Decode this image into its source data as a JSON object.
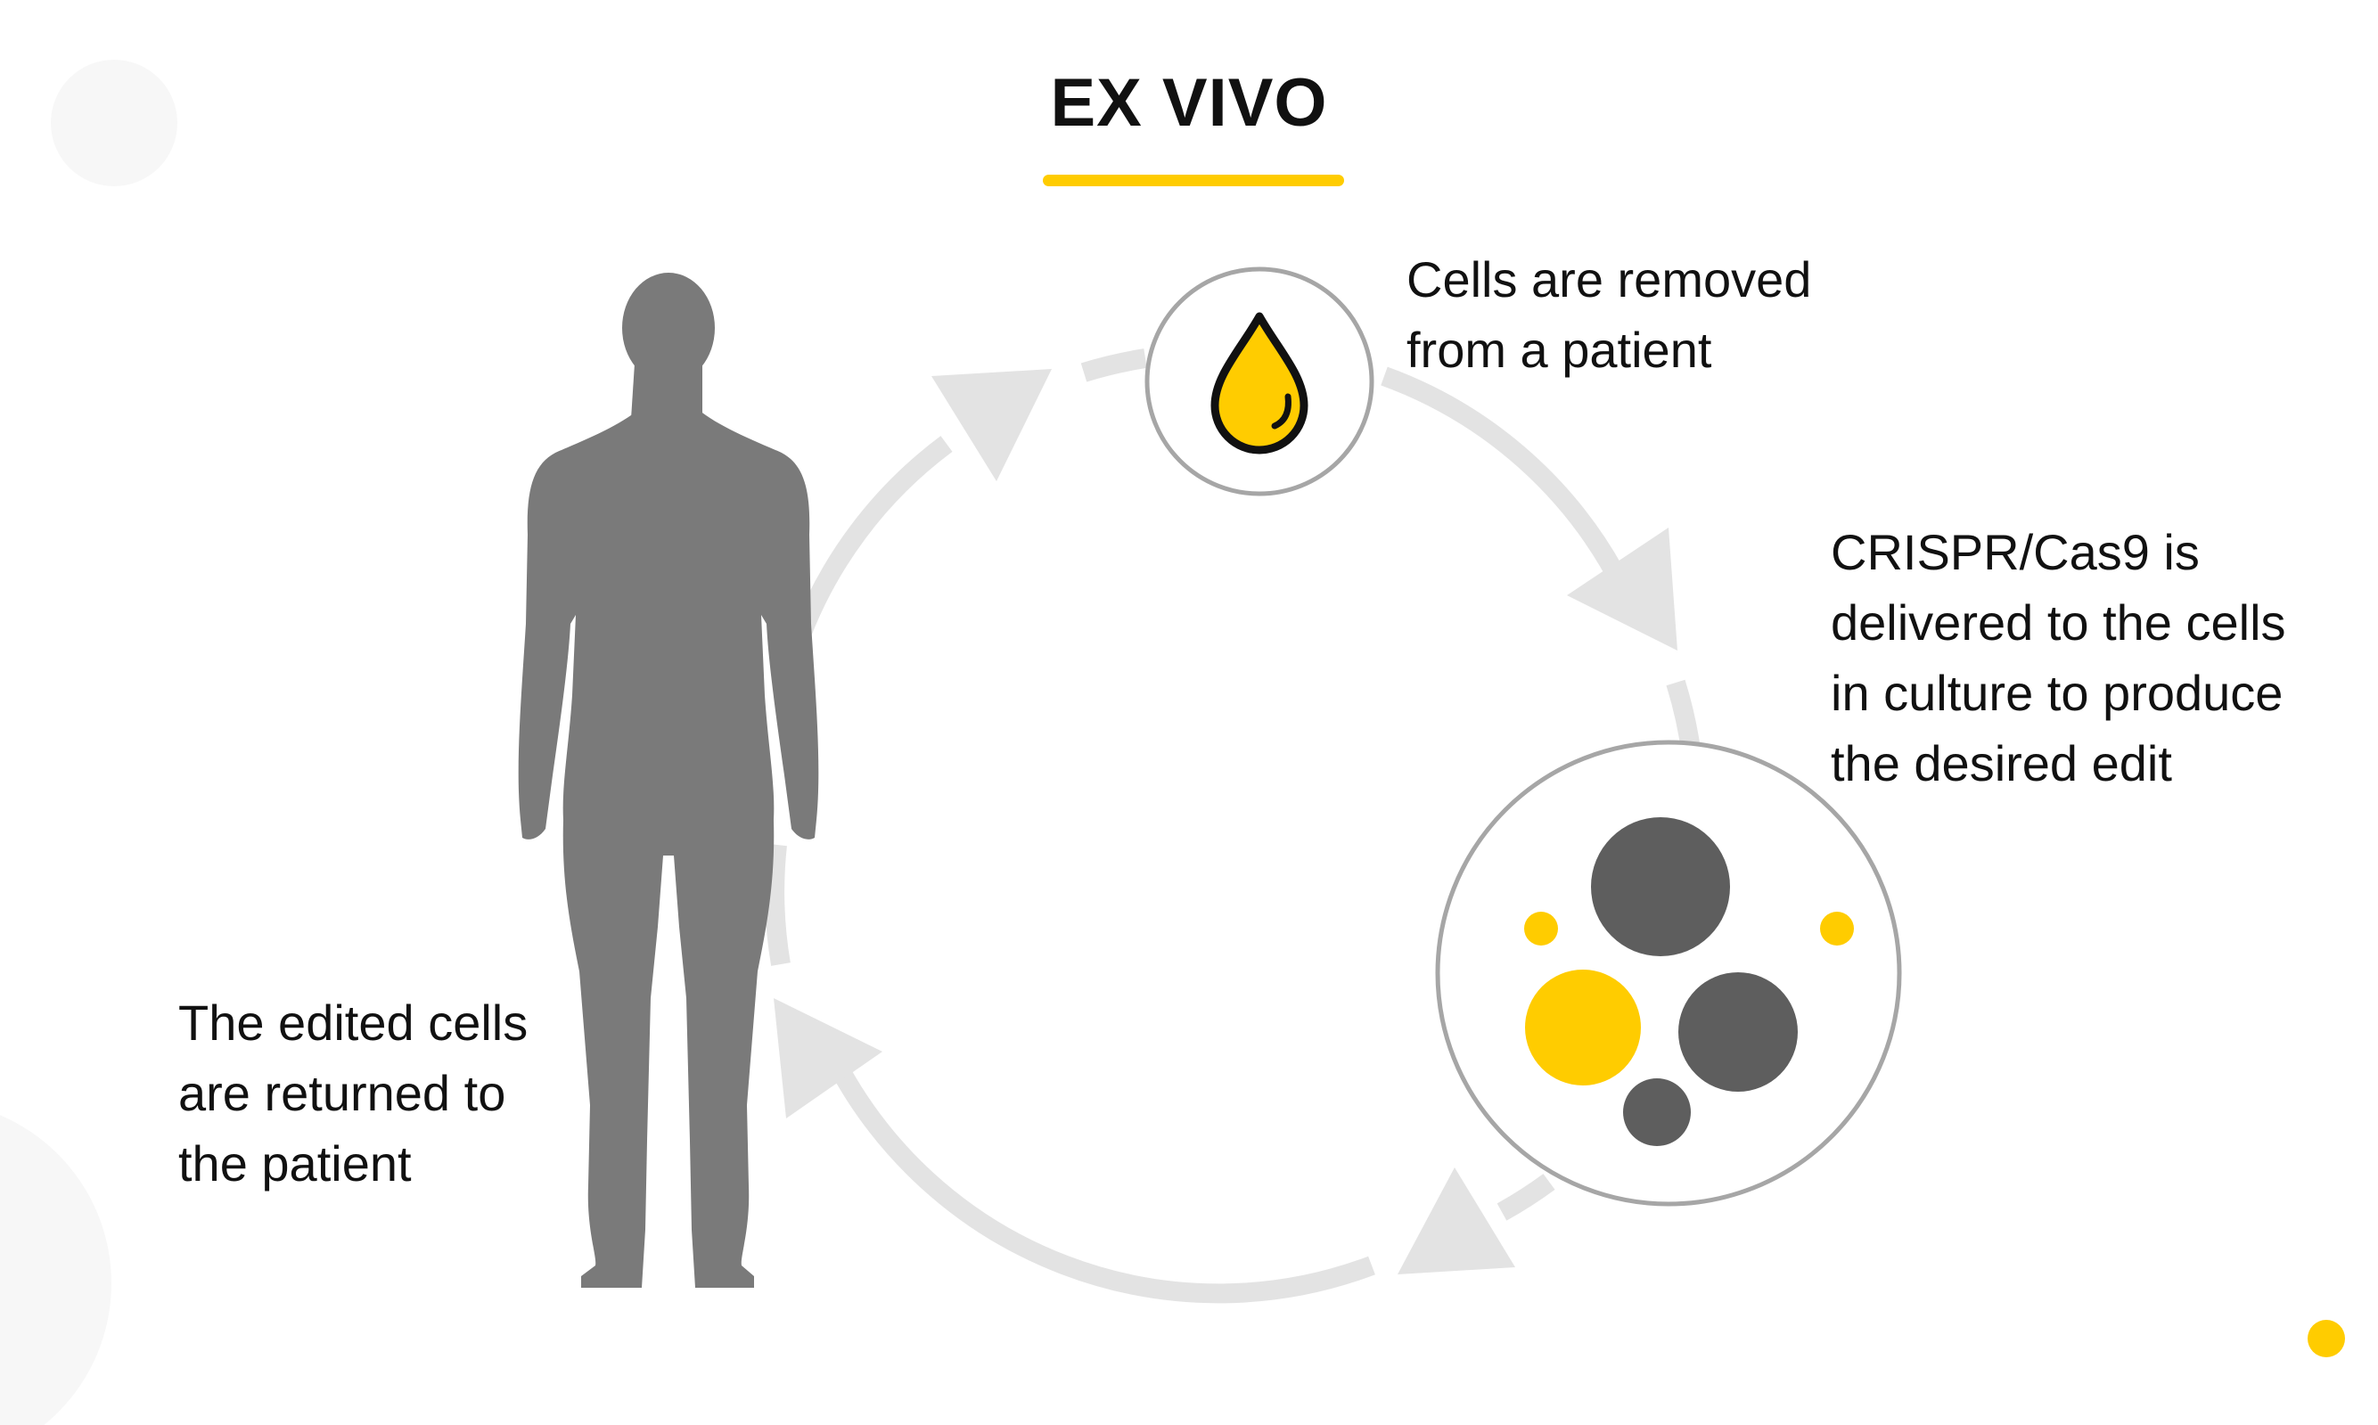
{
  "title": "EX VIVO",
  "colors": {
    "accent_yellow": "#FFCC00",
    "silhouette_gray": "#7A7A7A",
    "cell_dark_gray": "#5E5E5E",
    "cycle_arrow_gray": "#E3E3E3",
    "circle_outline": "#A6A6A6",
    "decor_bg": "#F7F7F7",
    "text": "#111111"
  },
  "steps": [
    {
      "id": "remove",
      "icon": "blood-drop-icon",
      "lines": [
        "Cells are removed",
        "from a patient"
      ]
    },
    {
      "id": "edit",
      "icon": "cells-culture-icon",
      "lines": [
        "CRISPR/Cas9 is",
        "delivered to the cells",
        "in culture to produce",
        "the desired edit"
      ]
    },
    {
      "id": "return",
      "icon": "human-silhouette-icon",
      "lines": [
        "The edited cells",
        "are returned to",
        "the patient"
      ]
    }
  ]
}
